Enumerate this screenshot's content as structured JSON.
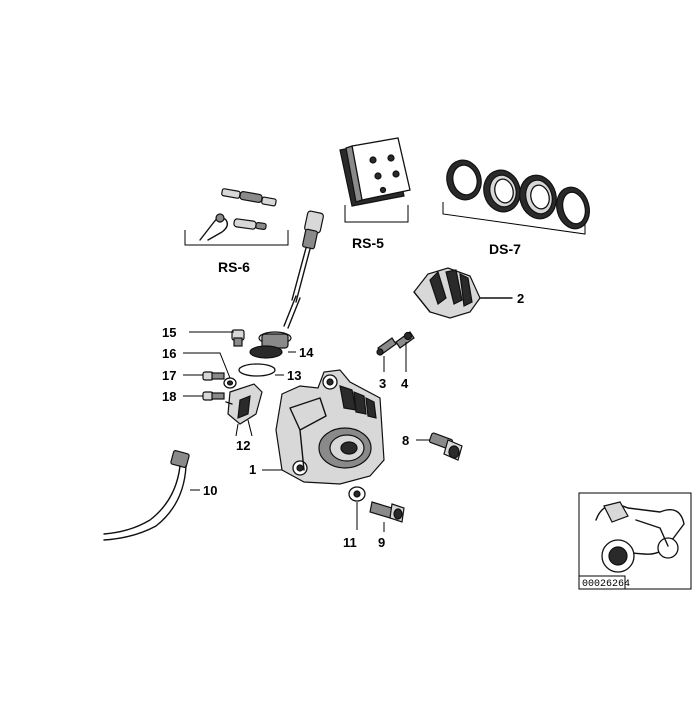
{
  "groups": {
    "rs6": "RS-6",
    "rs5": "RS-5",
    "ds7": "DS-7"
  },
  "callouts": [
    "1",
    "2",
    "3",
    "4",
    "8",
    "9",
    "10",
    "11",
    "12",
    "13",
    "14",
    "15",
    "16",
    "17",
    "18"
  ],
  "reference": "00026264"
}
